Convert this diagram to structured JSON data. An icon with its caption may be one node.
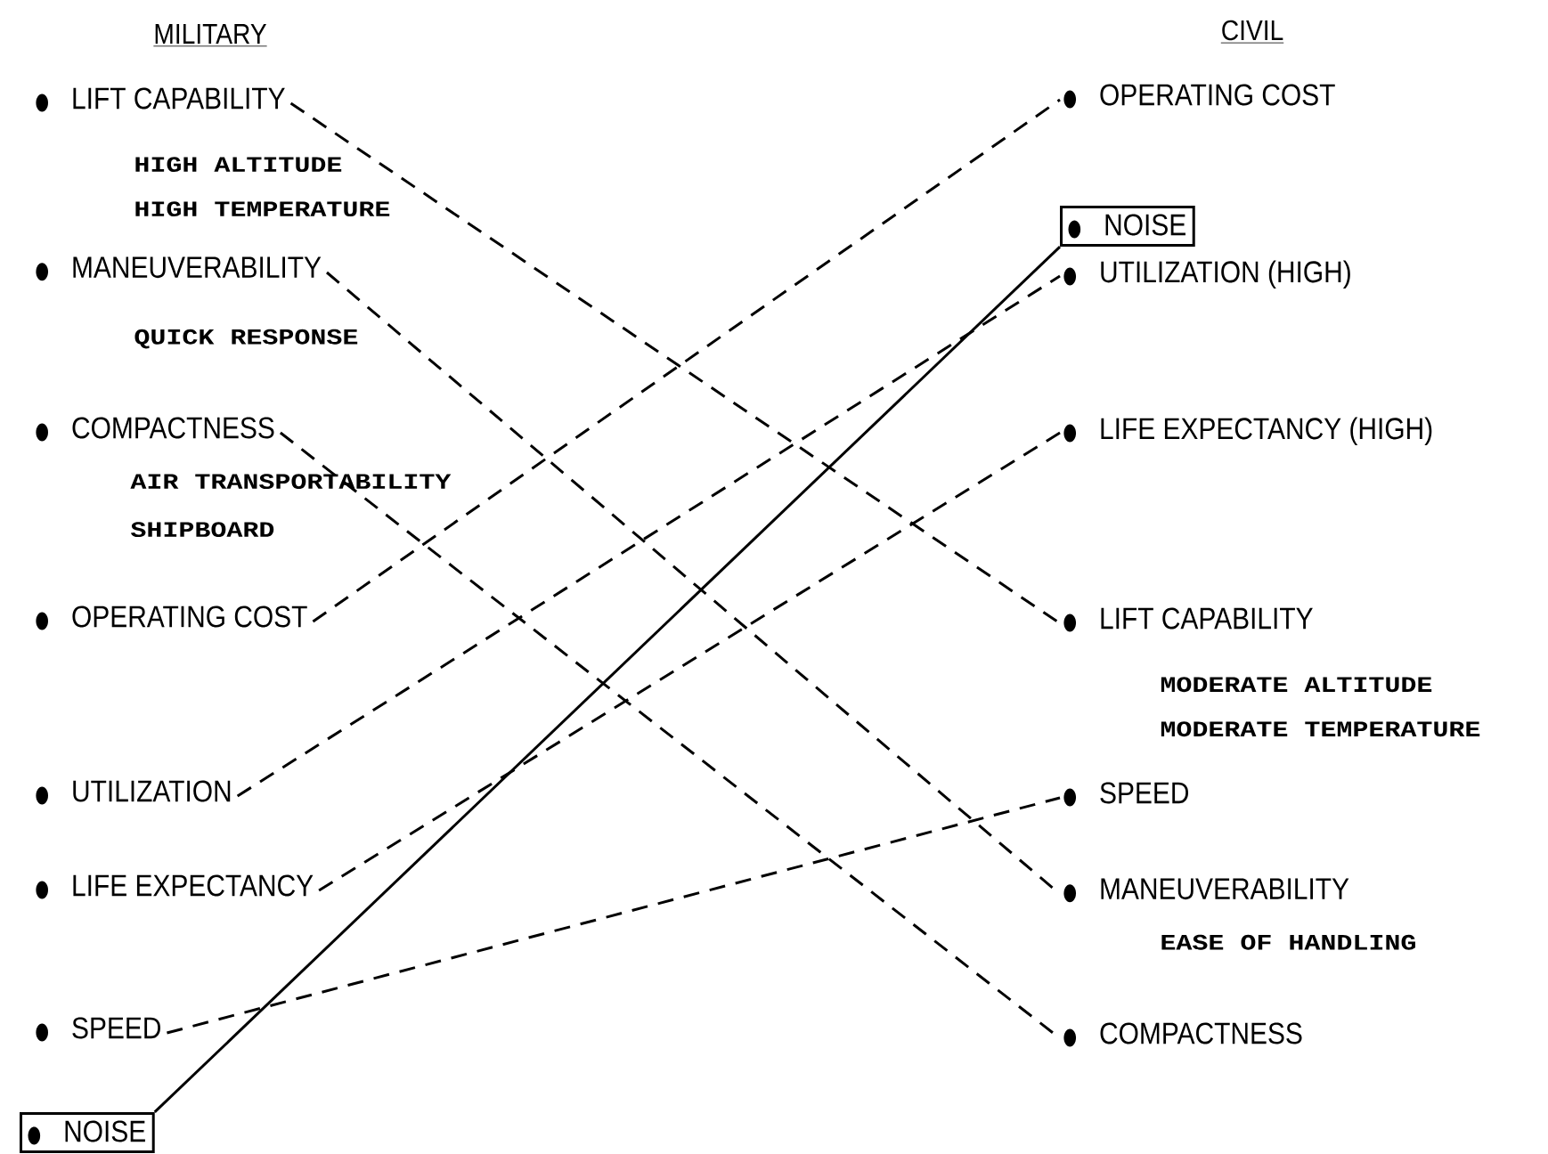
{
  "diagram": {
    "nodes": [
      {
        "text": [
          "LIFT CAPABILITY",
          "HIGH ALTITUDE HIGH TEMPERATURE"
        ]
      },
      {
        "text": [
          "MANEUVERABILITY",
          "QUICK RESPONSE"
        ]
      },
      {
        "text": [
          "COMPACTNESS",
          "AIR TRANSPORTABILITY SHIPBOARD"
        ]
      },
      {
        "text": [
          "OPERATING COST"
        ]
      },
      {
        "text": [
          "UTILIZATION"
        ]
      },
      {
        "text": [
          "LIFE EXPECTANCY"
        ]
      },
      {
        "text": [
          "SPEED"
        ]
      },
      {
        "text": [
          "NOISE"
        ]
      },
      {
        "text": [
          "OPERATING COST"
        ]
      },
      {
        "text": [
          "NOISE"
        ]
      },
      {
        "text": [
          "UTILIZATION (HIGH)"
        ]
      },
      {
        "text": [
          "LIFE EXPECTANCY (HIGH)"
        ]
      },
      {
        "text": [
          "LIFT CAPABILITY",
          "MODERATE ALTITUDE MODERATE TEMPERATURE"
        ]
      },
      {
        "text": [
          "SPEED"
        ]
      },
      {
        "text": [
          "MANEUVERABILITY",
          "EASE OF HANDLING"
        ]
      },
      {
        "text": [
          "COMPACTNESS"
        ]
      }
    ],
    "edges": [
      {
        "from": 0,
        "to": 12,
        "arrow": "none",
        "style": "dashed"
      },
      {
        "from": 1,
        "to": 14,
        "arrow": "none",
        "style": "dashed"
      },
      {
        "from": 2,
        "to": 15,
        "arrow": "none",
        "style": "dashed"
      },
      {
        "from": 3,
        "to": 8,
        "arrow": "none",
        "style": "dashed"
      },
      {
        "from": 4,
        "to": 10,
        "arrow": "none",
        "style": "dashed"
      },
      {
        "from": 5,
        "to": 11,
        "arrow": "none",
        "style": "dashed"
      },
      {
        "from": 6,
        "to": 13,
        "arrow": "none",
        "style": "dashed"
      },
      {
        "from": 7,
        "to": 9,
        "arrow": "none"
      }
    ],
    "labels": [
      "MILITARY",
      "CIVIL"
    ]
  }
}
